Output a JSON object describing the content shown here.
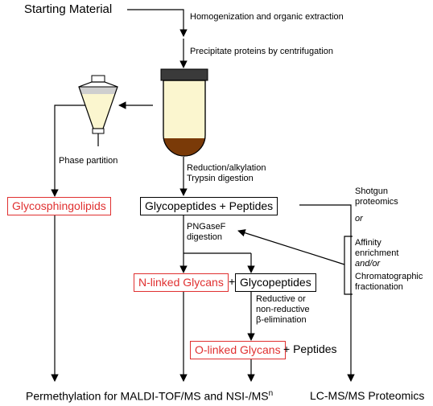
{
  "starting_material": "Starting Material",
  "steps": {
    "homogenization": "Homogenization and organic extraction",
    "precipitate": "Precipitate proteins by centrifugation",
    "phase_partition": "Phase partition",
    "reduction_line1": "Reduction/alkylation",
    "reduction_line2": "Trypsin digestion",
    "pngase_line1": "PNGaseF",
    "pngase_line2": "digestion",
    "reductive_line1": "Reductive or",
    "reductive_line2": "non-reductive",
    "reductive_line3": "β-elimination"
  },
  "nodes": {
    "glycosphingolipids": "Glycosphingolipids",
    "glycopeptides_peptides": "Glycopeptides + Peptides",
    "n_linked": "N-linked Glycans",
    "plus1": "+",
    "glycopeptides": "Glycopeptides",
    "o_linked": "O-linked Glycans",
    "plus_peptides": "+ Peptides"
  },
  "side": {
    "shotgun_line1": "Shotgun",
    "shotgun_line2": "proteomics",
    "or": "or",
    "affinity_line1": "Affinity",
    "affinity_line2": "enrichment",
    "andor": "and/or",
    "chrom_line1": "Chromatographic",
    "chrom_line2": "fractionation"
  },
  "outputs": {
    "permethylation": "Permethylation for MALDI-TOF/MS and NSI-/MS",
    "permethylation_sup": "n",
    "lcms": "LC-MS/MS Proteomics"
  },
  "colors": {
    "red": "#e03030",
    "tube_liquid": "#fbf6cf",
    "tube_pellet": "#7a3a08",
    "cap": "#3a3a3a",
    "funnel_liquid": "#fbf6cf",
    "funnel_top": "#cfcfcf"
  }
}
